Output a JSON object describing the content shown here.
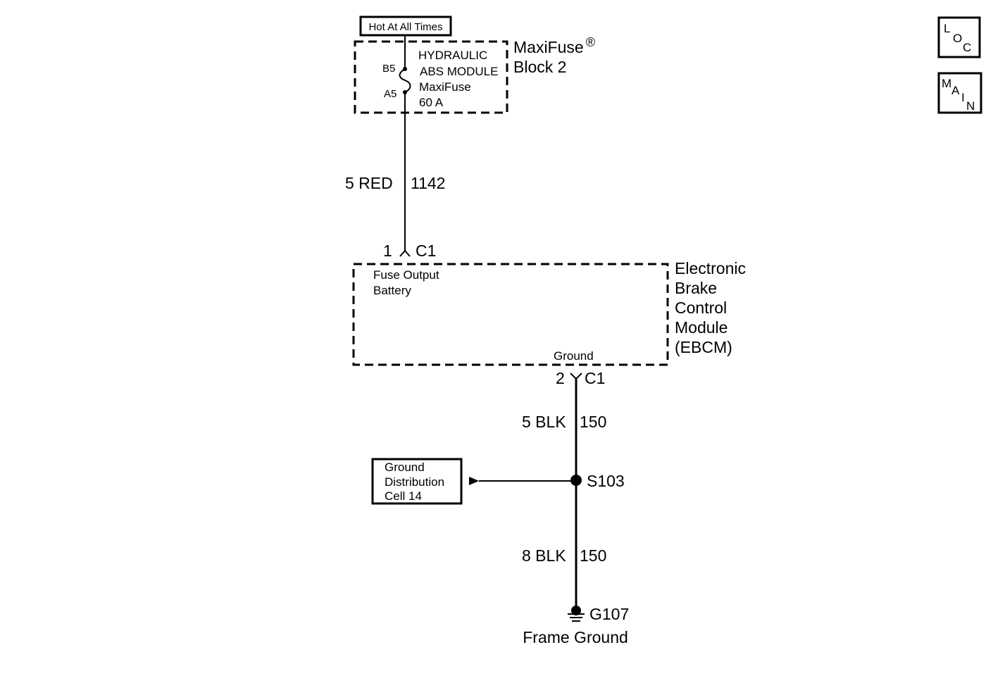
{
  "power_source": {
    "label": "Hot At All Times"
  },
  "fuse_block": {
    "title_line1": "MaxiFuse",
    "registered_mark": "®",
    "title_line2": "Block 2",
    "fuse_lines": [
      "HYDRAULIC",
      "ABS MODULE",
      "MaxiFuse",
      "60 A"
    ],
    "terminal_top": "B5",
    "terminal_bottom": "A5"
  },
  "wire_power": {
    "gauge_color": "5 RED",
    "circuit": "1142"
  },
  "connector_top": {
    "pin": "1",
    "name": "C1"
  },
  "ebcm": {
    "title_lines": [
      "Electronic",
      "Brake",
      "Control",
      "Module",
      "(EBCM)"
    ],
    "input_lines": [
      "Fuse Output",
      "Battery"
    ],
    "ground_label": "Ground"
  },
  "connector_bottom": {
    "pin": "2",
    "name": "C1"
  },
  "wire_ground_upper": {
    "gauge_color": "5 BLK",
    "circuit": "150"
  },
  "splice": {
    "name": "S103"
  },
  "ground_distribution": {
    "lines": [
      "Ground",
      "Distribution",
      "Cell 14"
    ]
  },
  "wire_ground_lower": {
    "gauge_color": "8 BLK",
    "circuit": "150"
  },
  "ground_point": {
    "name": "G107",
    "description": "Frame Ground"
  },
  "nav_buttons": {
    "loc": [
      "L",
      "O",
      "C"
    ],
    "main": [
      "M",
      "A",
      "I",
      "N"
    ]
  }
}
